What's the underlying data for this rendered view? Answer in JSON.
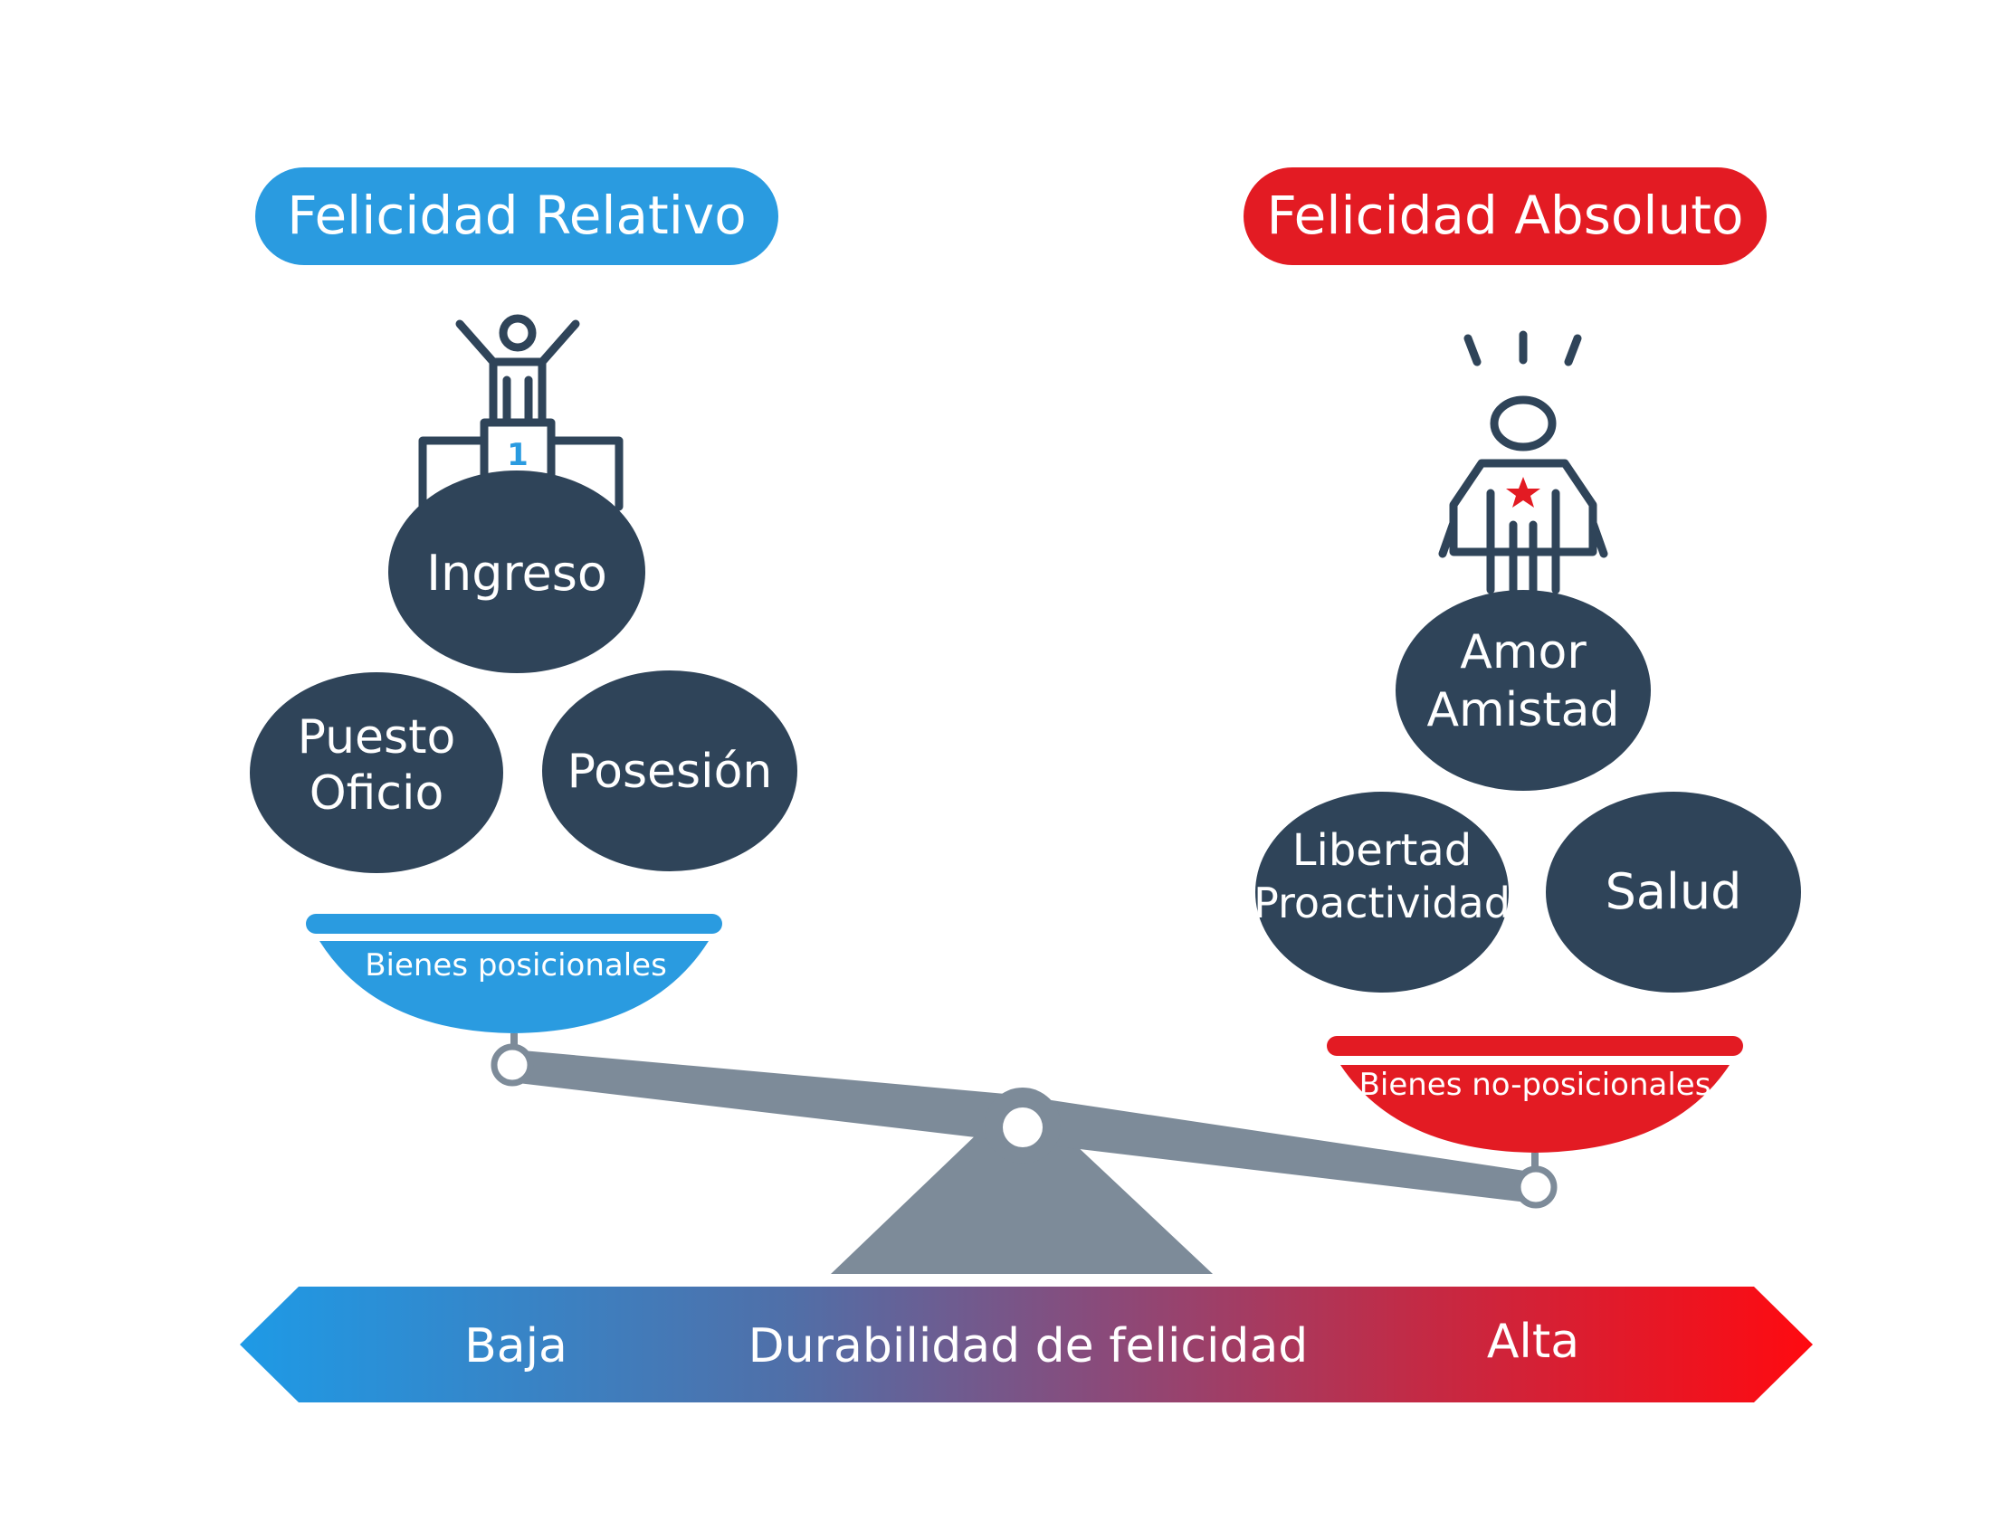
{
  "left": {
    "title": "Felicidad Relativo",
    "goods_label": "Bienes posicionales",
    "circles": {
      "top": "Ingreso",
      "left_line1": "Puesto",
      "left_line2": "Oficio",
      "right": "Posesión"
    },
    "podium_number": "1"
  },
  "right": {
    "title": "Felicidad Absoluto",
    "goods_label": "Bienes no-posicionales",
    "circles": {
      "top_line1": "Amor",
      "top_line2": "Amistad",
      "left_line1": "Libertad",
      "left_line2": "Proactividad",
      "right": "Salud"
    }
  },
  "arrow": {
    "low": "Baja",
    "center": "Durabilidad de felicidad",
    "high": "Alta"
  },
  "colors": {
    "blue": "#2a9be0",
    "red": "#e31b23",
    "navy": "#2f4459",
    "gray": "#7d8b99"
  }
}
